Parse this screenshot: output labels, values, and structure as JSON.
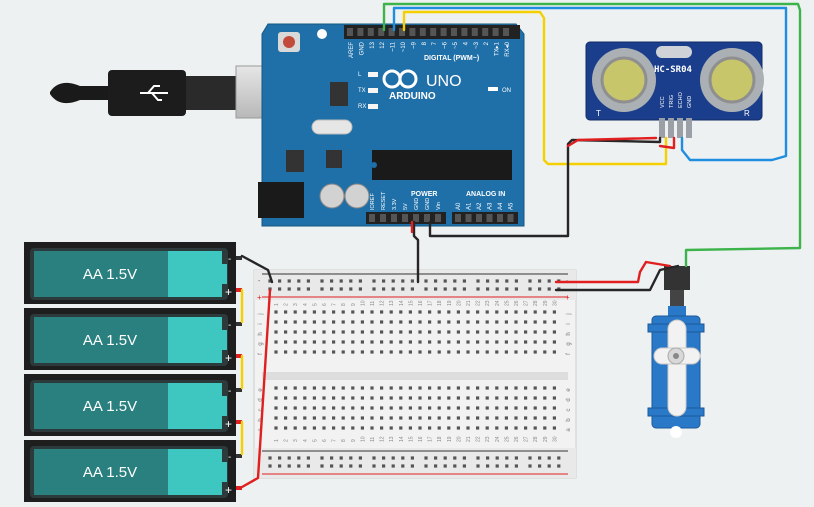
{
  "canvas": {
    "background": "#eef1f2"
  },
  "arduino": {
    "brand": "ARDUINO",
    "model": "UNO",
    "digital_label": "DIGITAL (PWM~)",
    "power_label": "POWER",
    "analog_label": "ANALOG IN",
    "on_label": "ON",
    "led_labels": [
      "L",
      "TX",
      "RX"
    ],
    "top_pin_labels": [
      "AREF",
      "GND",
      "13",
      "12",
      "~11",
      "~10",
      "~9",
      "8",
      "7",
      "~6",
      "~5",
      "4",
      "~3",
      "2",
      "TX▸1",
      "RX◂0"
    ],
    "power_pin_labels": [
      "IOREF",
      "RESET",
      "3.3V",
      "5V",
      "GND",
      "GND",
      "Vin"
    ],
    "analog_pin_labels": [
      "A0",
      "A1",
      "A2",
      "A3",
      "A4",
      "A5"
    ],
    "color": "#1f6fa8"
  },
  "sensor": {
    "label": "HC-SR04",
    "pin_labels": [
      "VCC",
      "TRIG",
      "ECHO",
      "GND"
    ],
    "side_left": "T",
    "side_right": "R",
    "color": "#1a3e8c"
  },
  "batteries": {
    "label": "AA 1.5V",
    "count": 4,
    "minus": "-",
    "plus": "+",
    "color": "#3ec6c0"
  },
  "breadboard": {
    "columns": 30,
    "row_letters_top": [
      "j",
      "i",
      "h",
      "g",
      "f"
    ],
    "row_letters_bottom": [
      "e",
      "d",
      "c",
      "b",
      "a"
    ],
    "rail_minus": "-",
    "rail_plus": "+"
  },
  "servo": {
    "color": "#2a78c8"
  },
  "wire_colors": {
    "red": "#e02020",
    "black": "#262626",
    "yellow": "#f4d000",
    "blue": "#1f8ee0",
    "green": "#3cb44b"
  }
}
